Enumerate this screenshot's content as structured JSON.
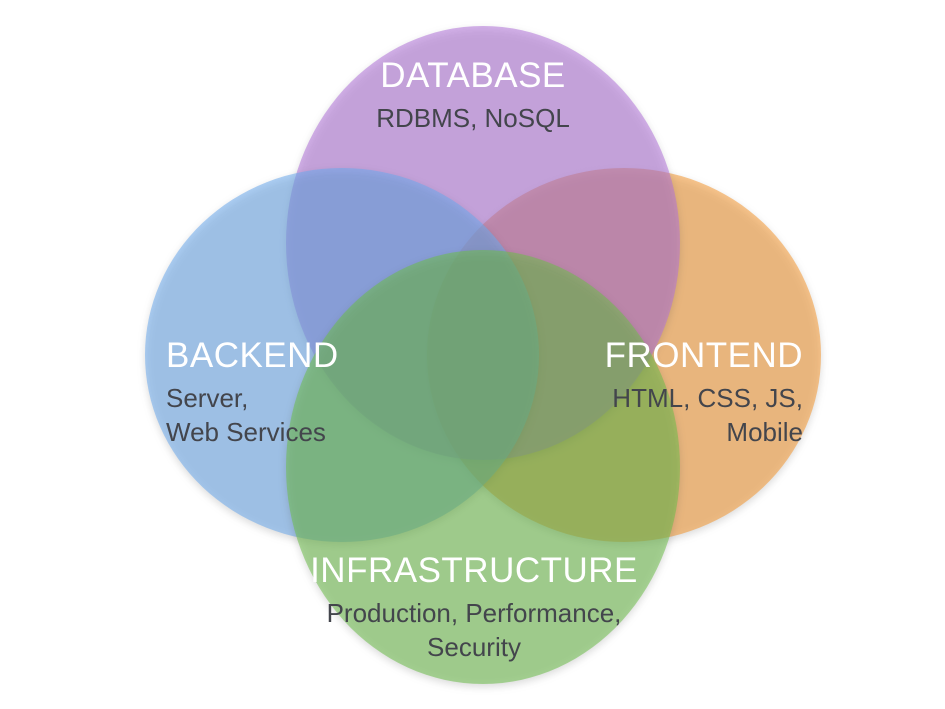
{
  "background_color": "#ffffff",
  "title_text_color": "#ffffff",
  "items_text_color": "#43454c",
  "sets": {
    "database": {
      "label": "DATABASE",
      "items": [
        "RDBMS, NoSQL"
      ],
      "color": "#b173d9"
    },
    "backend": {
      "label": "BACKEND",
      "items": [
        "Server,",
        "Web Services"
      ],
      "color": "#6caaed"
    },
    "frontend": {
      "label": "FRONTEND",
      "items": [
        "HTML, CSS, JS,",
        "Mobile"
      ],
      "color": "#f49732"
    },
    "infrastructure": {
      "label": "INFRASTRUCTURE",
      "items": [
        "Production, Performance,",
        "Security"
      ],
      "color": "#6ebe4b"
    }
  }
}
